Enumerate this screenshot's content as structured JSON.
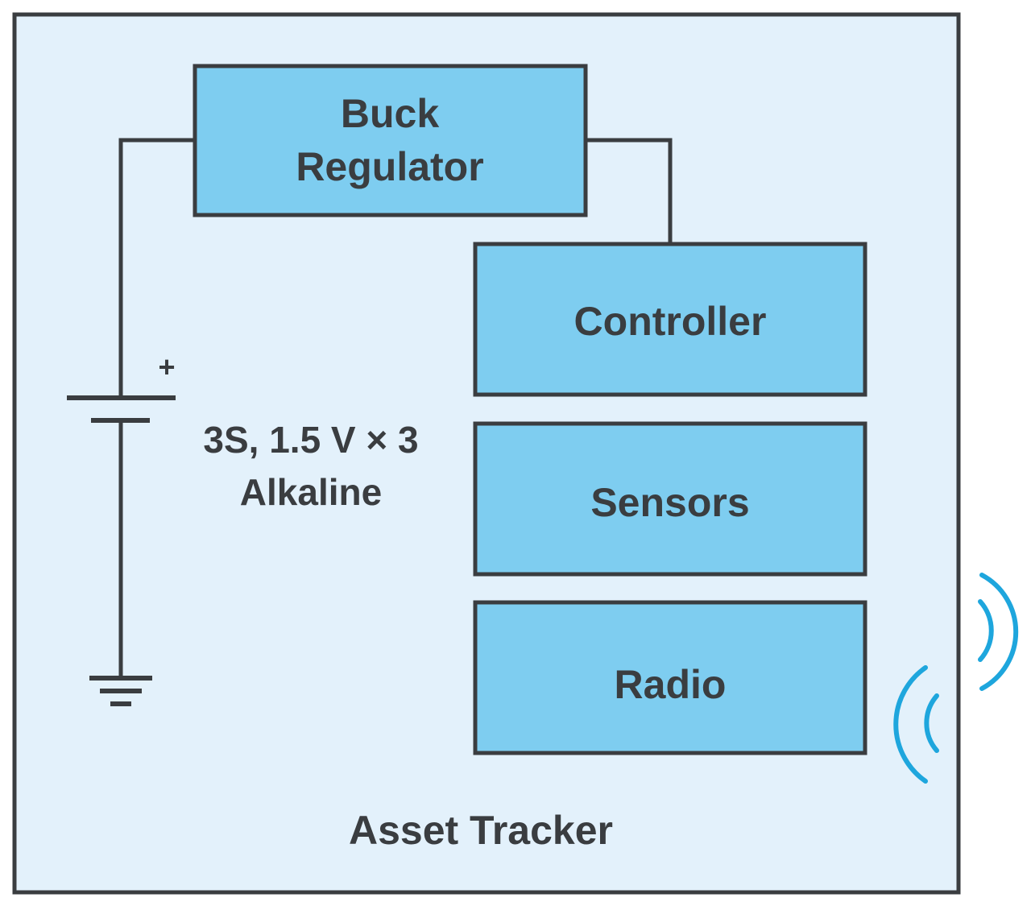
{
  "colors": {
    "enclosure_fill": "#e3f1fb",
    "block_fill": "#7ecdf0",
    "stroke": "#3a3d40",
    "wave": "#1ea6dd"
  },
  "enclosure": {
    "label": "Asset Tracker"
  },
  "blocks": {
    "buck_regulator": {
      "line1": "Buck",
      "line2": "Regulator"
    },
    "controller": {
      "label": "Controller"
    },
    "sensors": {
      "label": "Sensors"
    },
    "radio": {
      "label": "Radio"
    }
  },
  "battery": {
    "polarity": "+",
    "label_line1": "3S, 1.5 V × 3",
    "label_line2": "Alkaline"
  },
  "icons": {
    "battery": "battery-icon",
    "ground": "ground-icon",
    "wireless": "wireless-signal-icon"
  }
}
